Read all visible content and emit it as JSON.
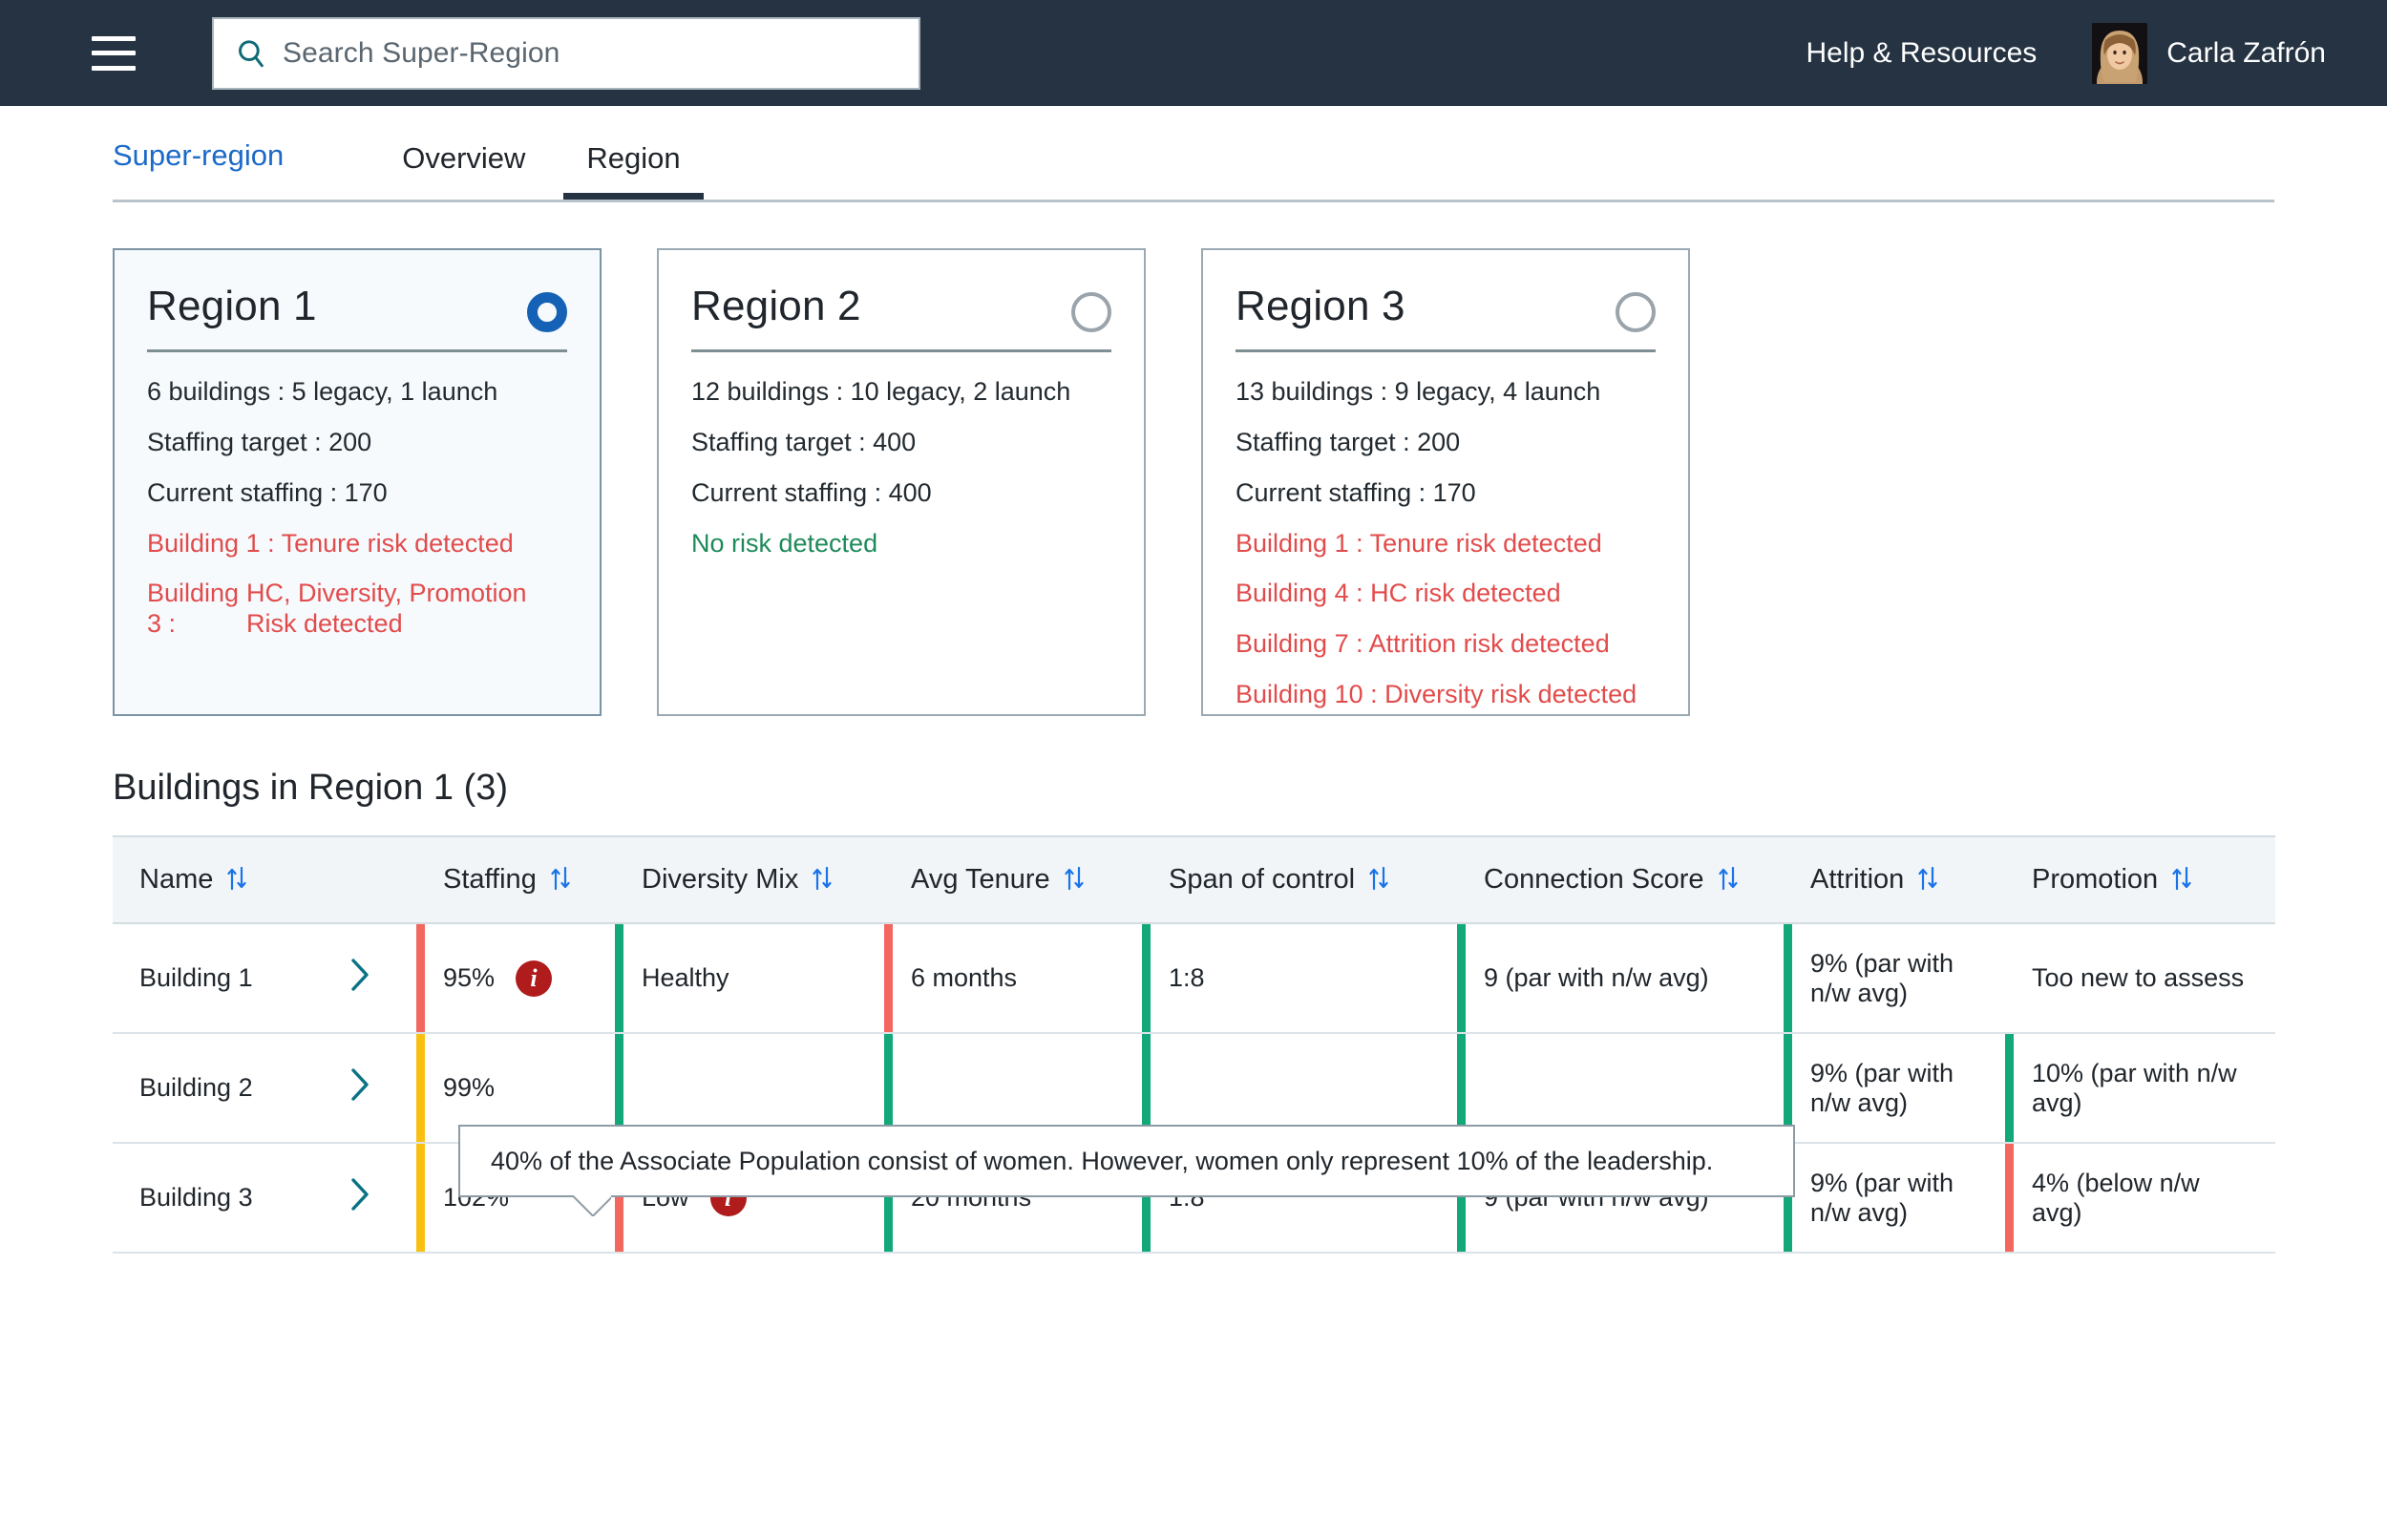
{
  "topbar": {
    "menu_icon": "hamburger-icon",
    "search": {
      "icon": "search-icon",
      "placeholder": "Search Super-Region",
      "value": ""
    },
    "help_label": "Help & Resources",
    "user_name": "Carla Zafrón",
    "avatar_icon": "user-avatar"
  },
  "nav": {
    "breadcrumb": "Super-region",
    "tabs": [
      {
        "label": "Overview",
        "active": false
      },
      {
        "label": "Region",
        "active": true
      }
    ]
  },
  "cards": [
    {
      "title": "Region 1",
      "selected": true,
      "buildings": "6 buildings : 5 legacy, 1 launch",
      "staffing_target": "Staffing target : 200",
      "current_staffing": "Current staffing : 170",
      "risks": [
        {
          "text": "Building 1 : Tenure risk detected",
          "type": "risk"
        }
      ],
      "split_risk": {
        "label": "Building 3 :",
        "value": "HC, Diversity, Promotion Risk detected",
        "type": "risk"
      }
    },
    {
      "title": "Region 2",
      "selected": false,
      "buildings": "12 buildings : 10 legacy, 2 launch",
      "staffing_target": "Staffing target : 400",
      "current_staffing": "Current staffing : 400",
      "risks": [
        {
          "text": "No risk detected",
          "type": "ok"
        }
      ],
      "split_risk": null
    },
    {
      "title": "Region 3",
      "selected": false,
      "buildings": "13 buildings : 9 legacy, 4 launch",
      "staffing_target": "Staffing target : 200",
      "current_staffing": "Current staffing : 170",
      "risks": [
        {
          "text": "Building 1 : Tenure risk detected",
          "type": "risk"
        },
        {
          "text": "Building 4 : HC risk detected",
          "type": "risk"
        },
        {
          "text": "Building 7 : Attrition risk detected",
          "type": "risk"
        },
        {
          "text": "Building 10 : Diversity risk detected",
          "type": "risk"
        }
      ],
      "split_risk": null
    }
  ],
  "table": {
    "section_title": "Buildings in Region 1 (3)",
    "columns": [
      "Name",
      "Staffing",
      "Diversity Mix",
      "Avg Tenure",
      "Span of control",
      "Connection Score",
      "Attrition",
      "Promotion"
    ],
    "sort_icon": "sort-updown-icon",
    "rows": [
      {
        "name": "Building 1",
        "expand_icon": "chevron-right-icon",
        "staffing": {
          "value": "95%",
          "bar": "red",
          "info": true
        },
        "diversity": {
          "value": "Healthy",
          "bar": "green",
          "info": false
        },
        "tenure": {
          "value": "6 months",
          "bar": "red"
        },
        "span": {
          "value": "1:8",
          "bar": "green"
        },
        "connection": {
          "value": "9 (par with n/w avg)",
          "bar": "green"
        },
        "attrition": {
          "value": "9% (par with n/w avg)",
          "bar": "green"
        },
        "promotion": {
          "value": "Too new to assess",
          "bar": "none"
        }
      },
      {
        "name": "Building 2",
        "expand_icon": "chevron-right-icon",
        "staffing": {
          "value": "99%",
          "bar": "amber",
          "info": false
        },
        "diversity": {
          "value": "",
          "bar": "green",
          "info": false
        },
        "tenure": {
          "value": "",
          "bar": "green"
        },
        "span": {
          "value": "",
          "bar": "green"
        },
        "connection": {
          "value": "",
          "bar": "green"
        },
        "attrition": {
          "value": "9% (par with n/w avg)",
          "bar": "green"
        },
        "promotion": {
          "value": "10% (par with n/w avg)",
          "bar": "green"
        }
      },
      {
        "name": "Building 3",
        "expand_icon": "chevron-right-icon",
        "staffing": {
          "value": "102%",
          "bar": "amber",
          "info": false
        },
        "diversity": {
          "value": "Low",
          "bar": "red",
          "info": true
        },
        "tenure": {
          "value": "20 months",
          "bar": "green"
        },
        "span": {
          "value": "1:8",
          "bar": "green"
        },
        "connection": {
          "value": "9 (par with n/w avg)",
          "bar": "green"
        },
        "attrition": {
          "value": "9% (par with n/w avg)",
          "bar": "green"
        },
        "promotion": {
          "value": "4% (below n/w avg)",
          "bar": "red"
        }
      }
    ]
  },
  "tooltip": {
    "text": "40% of the Associate Population consist of women. However, women only represent 10% of the leadership."
  },
  "colors": {
    "header_bg": "#253342",
    "link": "#1b6ac9",
    "risk_red": "#e24b4b",
    "ok_green": "#1e8a5a",
    "bar_red": "#f2675e",
    "bar_green": "#12a87a",
    "bar_amber": "#f9c013",
    "info_dot": "#b01b1b",
    "selected_radio": "#1461b5"
  }
}
